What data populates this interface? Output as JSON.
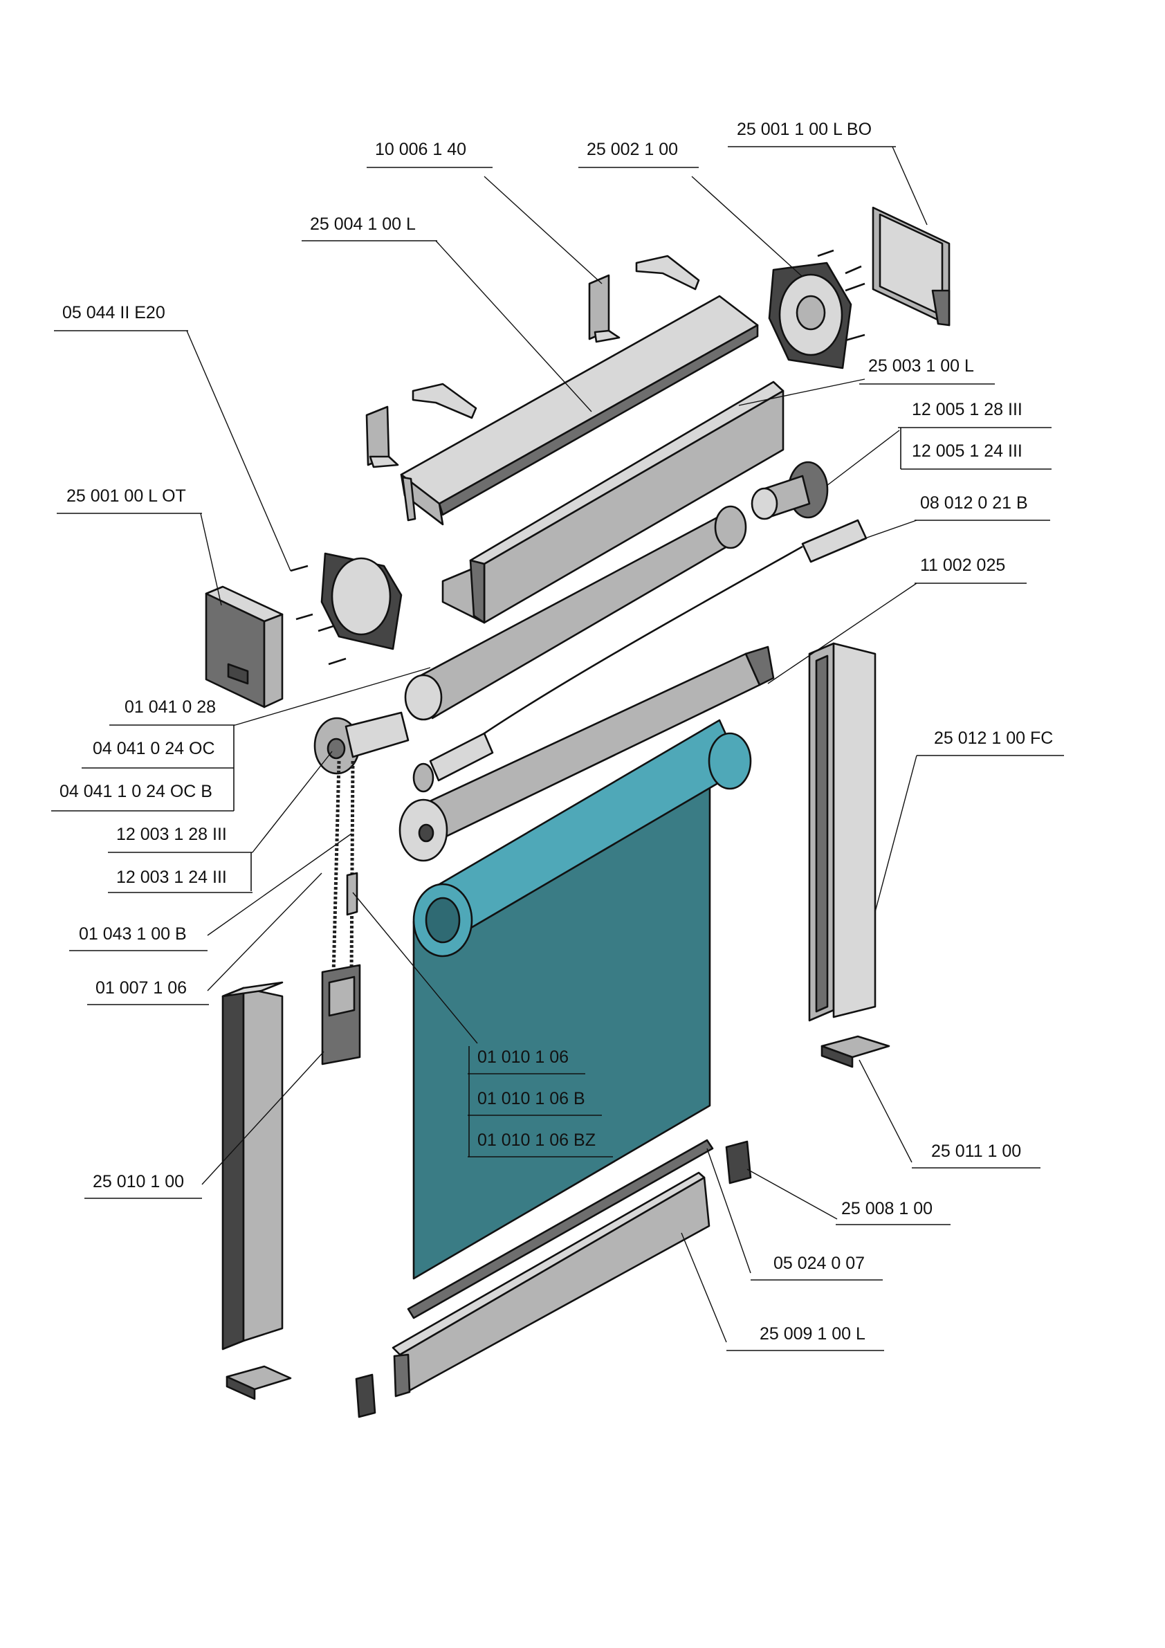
{
  "callouts": {
    "c1": "10 006 1 40",
    "c2": "25 002 1 00",
    "c3": "25 001 1 00 L BO",
    "c4": "25 004 1 00 L",
    "c5": "05 044 II E20",
    "c6": "25 003 1 00 L",
    "c7": "12 005 1 28 III",
    "c8": "12 005 1 24 III",
    "c9": "25 001 00 L OT",
    "c10": "08 012 0 21 B",
    "c11": "11 002 025",
    "c12": "01 041 0 28",
    "c13": "04 041 0 24 OC",
    "c14": "04 041 1 0 24 OC B",
    "c15": "25 012 1 00 FC",
    "c16": "12 003 1 28 III",
    "c17": "12 003 1 24 III",
    "c18": "01 043 1 00 B",
    "c19": "01 007 1 06",
    "c20": "01 010 1 06",
    "c21": "01 010 1 06 B",
    "c22": "01 010 1 06 BZ",
    "c23": "25 011 1 00",
    "c24": "25 010 1 00",
    "c25": "25 008 1 00",
    "c26": "05 024 0 07",
    "c27": "25 009 1 00 L"
  },
  "colors": {
    "fabric": "#3a7c85",
    "fabric_roll": "#4fa8b8",
    "aluminium": "#b4b4b4",
    "plastic_dark": "#6e6e6e"
  }
}
